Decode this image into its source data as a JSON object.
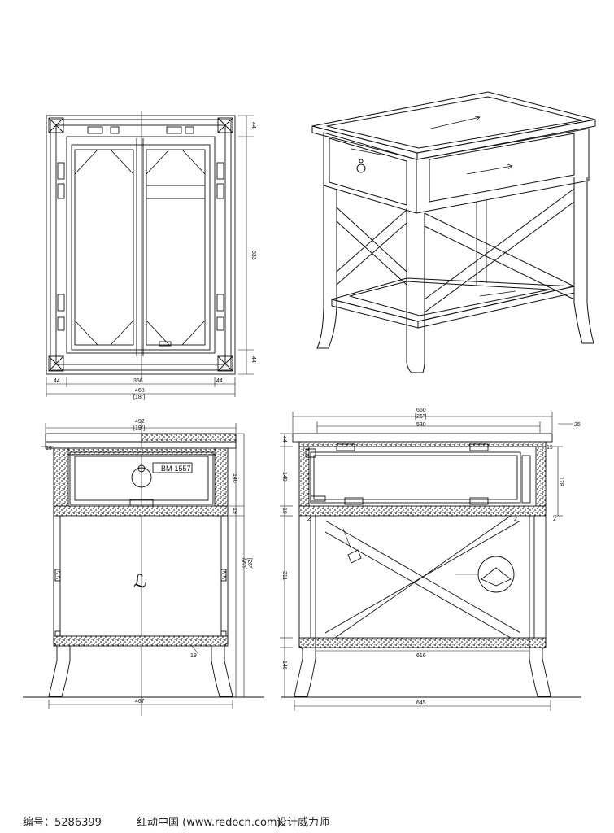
{
  "top_plan": {
    "dims": {
      "side": "44",
      "inner": "356",
      "total": "468",
      "total_in": "[18\"]",
      "height": "533"
    }
  },
  "front_view": {
    "top": "492",
    "top_in": "[19\"]",
    "drawer_h": "140",
    "rail_a": "19",
    "rail_b": "19",
    "rail_c": "19",
    "total_h": "660",
    "total_h_in": "[26\"]",
    "bottom": "467",
    "model_label": "BM-1557",
    "logo_glyph": "ℒ"
  },
  "side_view": {
    "total": "660",
    "total_in": "[26\"]",
    "inner": "530",
    "top_offset": "25",
    "h44": "44",
    "h140": "140",
    "h19a": "19",
    "h19b": "19",
    "h178": "178",
    "h2a": "2",
    "h2b": "2",
    "h2c": "2",
    "h311": "311",
    "h146": "146",
    "shelf": "616",
    "bottom": "645"
  },
  "footer": {
    "id_label": "编号：5286399",
    "site": "红动中国 (www.redocn.com)",
    "service": "设计威力师"
  }
}
